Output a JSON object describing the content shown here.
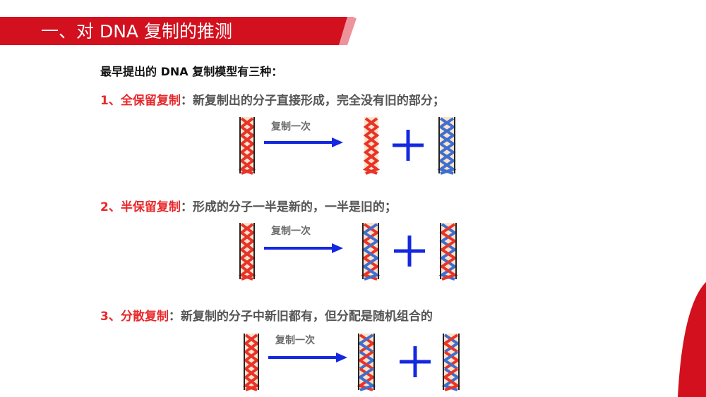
{
  "header": {
    "title": "一、对 DNA 复制的推测"
  },
  "intro": "最早提出的 DNA 复制模型有三种：",
  "models": [
    {
      "prefix": "1、全保留复制",
      "sep": "：",
      "desc": "新复制出的分子直接形成，完全没有旧的部分；",
      "arrow_label": "复制一次"
    },
    {
      "prefix": "2、半保留复制",
      "sep": "：",
      "desc": "形成的分子一半是新的，一半是旧的；",
      "arrow_label": "复制一次"
    },
    {
      "prefix": "3、分散复制",
      "sep": "：",
      "desc": "新复制的分子中新旧都有，但分配是随机组合的",
      "arrow_label": "复制一次"
    }
  ],
  "colors": {
    "banner": "#d3101e",
    "old_strand": "#e8332a",
    "new_strand": "#3e6fd0",
    "arrow": "#1428e0",
    "plus": "#1428e0",
    "highlight": "#e8282b"
  },
  "icons": [
    "dna-helix-icon",
    "arrow-right-icon",
    "plus-icon"
  ]
}
